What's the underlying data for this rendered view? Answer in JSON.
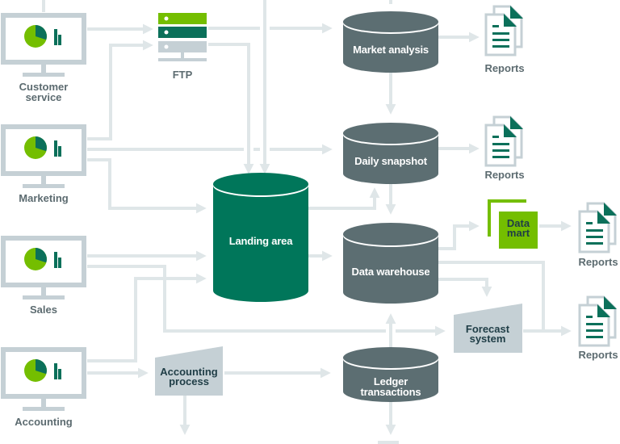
{
  "colors": {
    "flow": "#dfe6e8",
    "monitor": "#c5d0d5",
    "db_gray": "#5c6e72",
    "db_green": "#00765a",
    "lime": "#74be00",
    "dark_green": "#0b705a",
    "process_fill": "#c5d0d5",
    "text_gray": "#5c6b70"
  },
  "sources": [
    {
      "id": "customer-service",
      "label_lines": [
        "Customer",
        "service"
      ],
      "icon": "monitor-chart-icon"
    },
    {
      "id": "marketing",
      "label_lines": [
        "Marketing"
      ],
      "icon": "monitor-chart-icon"
    },
    {
      "id": "sales",
      "label_lines": [
        "Sales"
      ],
      "icon": "monitor-chart-icon"
    },
    {
      "id": "accounting",
      "label_lines": [
        "Accounting"
      ],
      "icon": "monitor-chart-icon"
    }
  ],
  "ftp": {
    "label": "FTP",
    "icon": "server-stack-icon"
  },
  "databases": {
    "landing_area": {
      "label_lines": [
        "Landing area"
      ]
    },
    "market_analysis": {
      "label_lines": [
        "Market analysis"
      ]
    },
    "daily_snapshot": {
      "label_lines": [
        "Daily snapshot"
      ]
    },
    "data_warehouse": {
      "label_lines": [
        "Data warehouse"
      ]
    },
    "ledger_transactions": {
      "label_lines": [
        "Ledger",
        "transactions"
      ]
    }
  },
  "processes": {
    "accounting_process": {
      "label_lines": [
        "Accounting",
        "process"
      ]
    },
    "forecast_system": {
      "label_lines": [
        "Forecast",
        "system"
      ]
    }
  },
  "data_mart": {
    "label_lines": [
      "Data",
      "mart"
    ]
  },
  "reports": [
    {
      "id": "reports-market",
      "label": "Reports"
    },
    {
      "id": "reports-snapshot",
      "label": "Reports"
    },
    {
      "id": "reports-datamart",
      "label": "Reports"
    },
    {
      "id": "reports-forecast",
      "label": "Reports"
    }
  ]
}
